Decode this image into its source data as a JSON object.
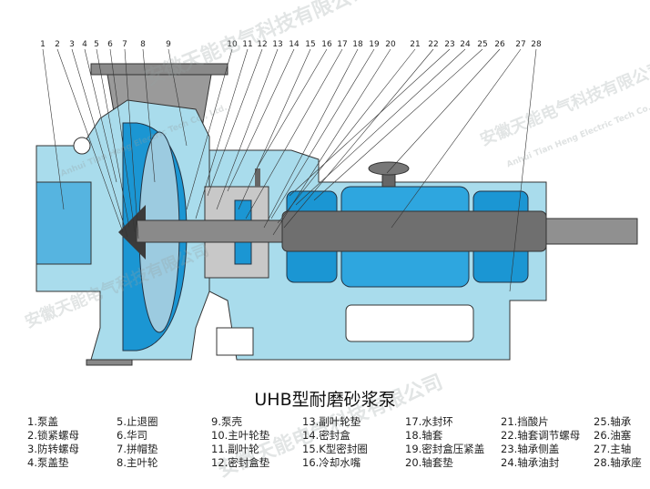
{
  "title": "UHB型耐磨砂浆泵",
  "part_numbers": [
    "1",
    "2",
    "3",
    "4",
    "5",
    "6",
    "7",
    "8",
    "9",
    "10",
    "11",
    "12",
    "13",
    "14",
    "15",
    "16",
    "17",
    "18",
    "19",
    "20",
    "21",
    "22",
    "23",
    "24",
    "25",
    "26",
    "27",
    "28"
  ],
  "legend": [
    "1.泵盖",
    "2.锁紧螺母",
    "3.防转螺母",
    "4.泵盖垫",
    "5.止退圈",
    "6.华司",
    "7.拼帽垫",
    "8.主叶轮",
    "9.泵壳",
    "10.主叶轮垫",
    "11.副叶轮",
    "12.密封盒垫",
    "13.副叶轮垫",
    "14.密封盒",
    "15.K型密封圈",
    "16.冷却水嘴",
    "17.水封环",
    "18.轴套",
    "19.密封盒压紧盖",
    "20.轴套垫",
    "21.挡酸片",
    "22.轴套调节螺母",
    "23.轴承侧盖",
    "24.轴承油封",
    "25.轴承",
    "26.油塞",
    "27.主轴",
    "28.轴承座"
  ],
  "watermark": {
    "company_cn": "安徽天能电气科技有限公司",
    "company_en": "Anhui Tian Heng Electric Tech Co., Ltd."
  },
  "colors": {
    "casing": "#a9dcec",
    "impeller": "#1b96d3",
    "shaft": "#6f6f6f",
    "frame_line": "#4a6b78"
  }
}
